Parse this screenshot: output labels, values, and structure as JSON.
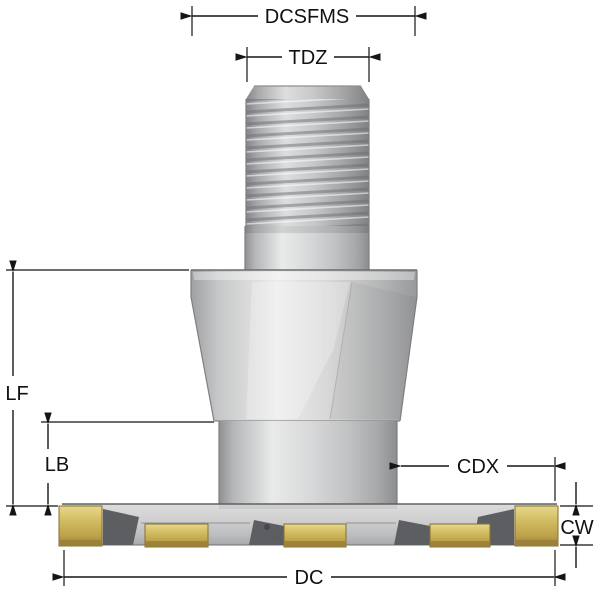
{
  "page": {
    "type": "technical-dimension-drawing",
    "subject": "slot-milling-cutter-with-threaded-coupling-side-view",
    "background": "#ffffff"
  },
  "dimension_labels": {
    "dcsfms": "DCSFMS",
    "tdz": "TDZ",
    "lf": "LF",
    "lb": "LB",
    "cdx": "CDX",
    "cw": "CW",
    "dc": "DC"
  },
  "colors": {
    "dimension_lines": "#151515",
    "label_text": "#111111",
    "tool_steel_light": "#ececec",
    "tool_steel_mid": "#c6c7c8",
    "tool_steel_dark": "#8c8d8f",
    "insert_gold": "#d3bd62",
    "insert_gold_dark": "#96803a",
    "slot_dark": "#5d5e61"
  }
}
